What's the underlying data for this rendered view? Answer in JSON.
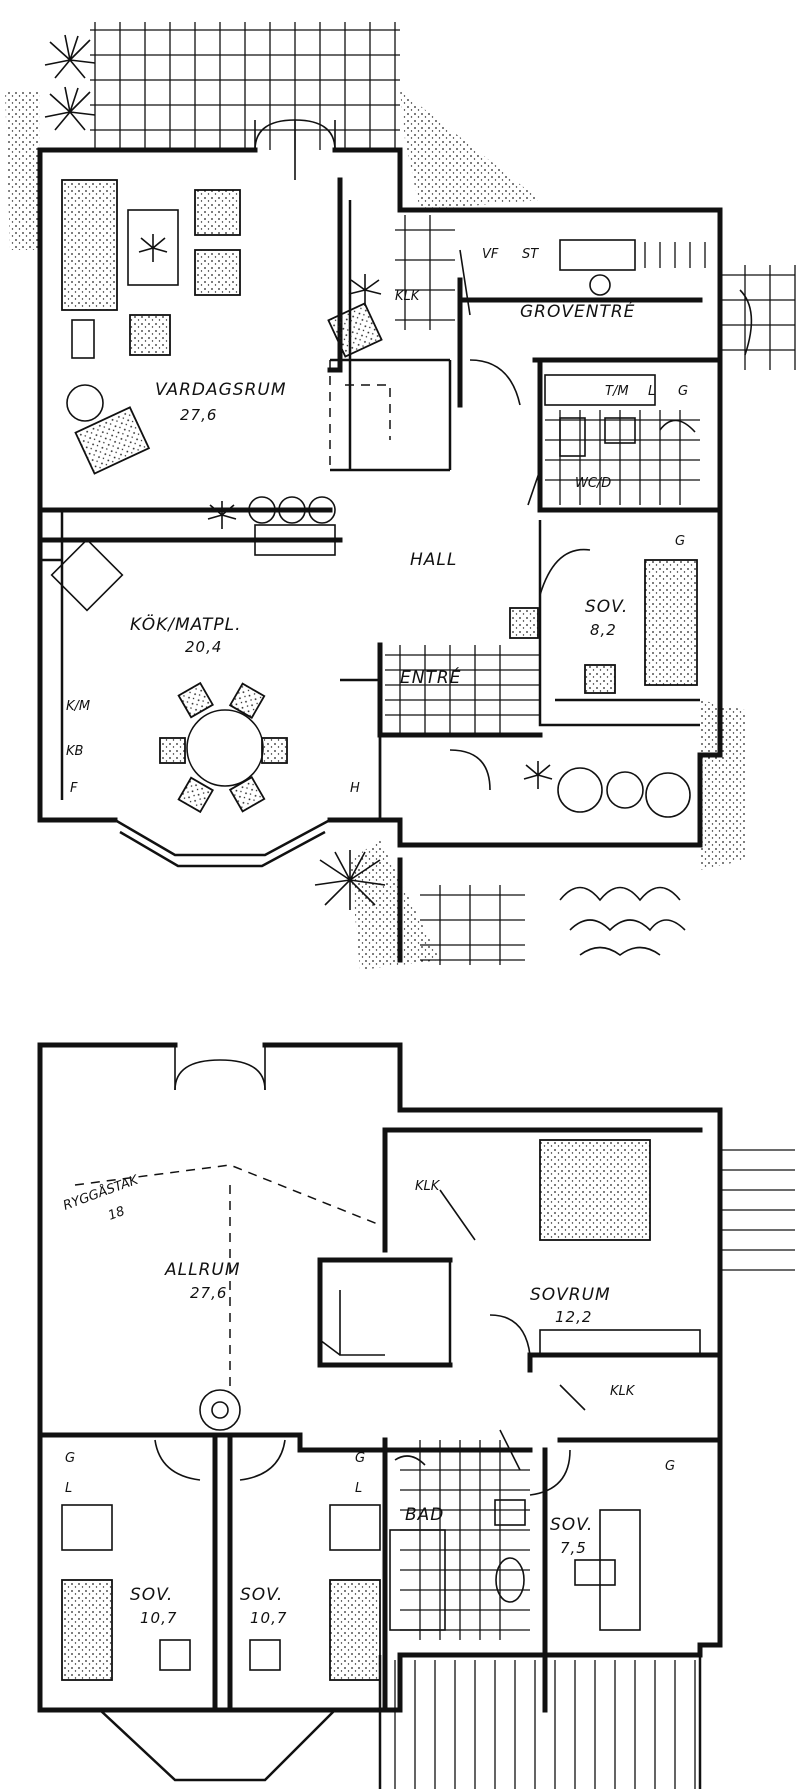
{
  "floors": {
    "ground": {
      "rooms": [
        {
          "name": "VARDAGSRUM",
          "area": "27,6"
        },
        {
          "name": "KÖK/MATPL.",
          "area": "20,4"
        },
        {
          "name": "HALL",
          "area": ""
        },
        {
          "name": "GROVENTRÉ",
          "area": ""
        },
        {
          "name": "ENTRÉ",
          "area": ""
        },
        {
          "name": "SOV.",
          "area": "8,2"
        },
        {
          "name": "WC/D",
          "area": ""
        }
      ],
      "fixtures": {
        "klk": "KLK",
        "vf": "VF",
        "st": "ST",
        "tm": "T/M",
        "l": "L",
        "g_groventre": "G",
        "g_sov": "G",
        "km": "K/M",
        "kb": "KB",
        "f": "F",
        "h": "H"
      }
    },
    "upper": {
      "rooms": [
        {
          "name": "ALLRUM",
          "area": "27,6"
        },
        {
          "name": "SOVRUM",
          "area": "12,2"
        },
        {
          "name": "SOV.",
          "area": "7,5"
        },
        {
          "name": "SOV.",
          "area": "10,7"
        },
        {
          "name": "SOV.",
          "area": "10,7"
        },
        {
          "name": "BAD",
          "area": ""
        }
      ],
      "roof": {
        "label": "RYGGÅSTAK",
        "note": "18"
      },
      "fixtures": {
        "klk_top": "KLK",
        "klk_mid": "KLK",
        "g1": "G",
        "l1": "L",
        "g2": "G",
        "l2": "L",
        "g3": "G"
      }
    }
  }
}
